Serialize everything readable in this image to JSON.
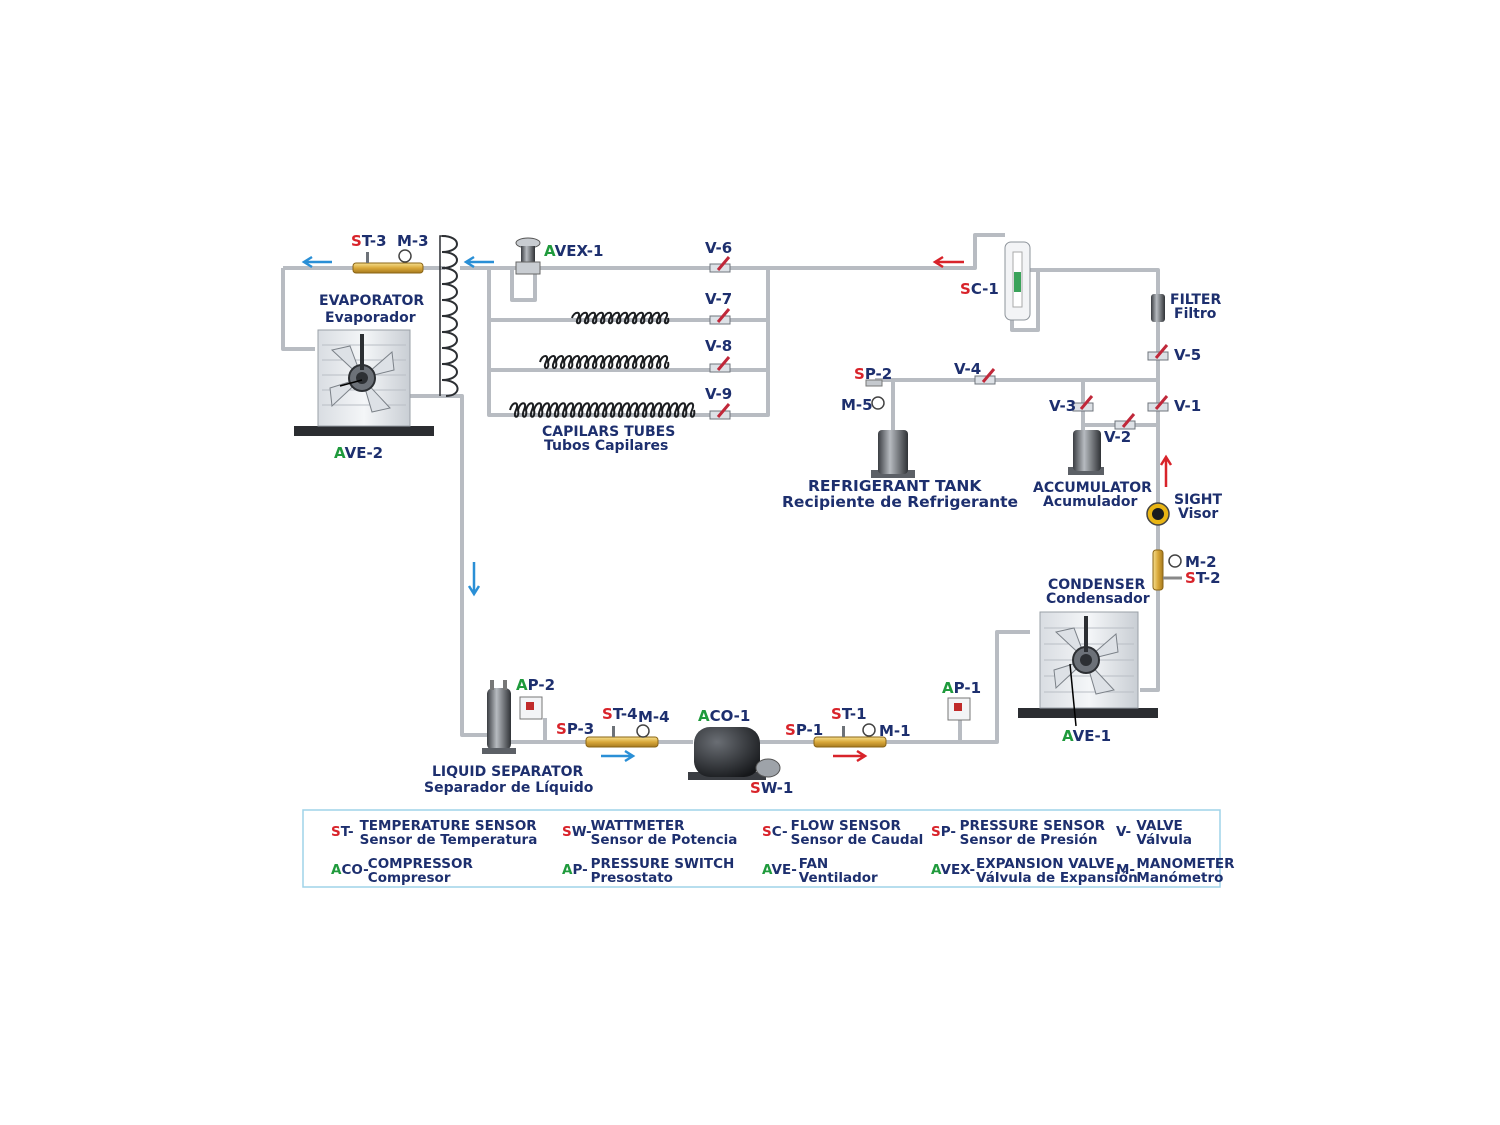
{
  "colors": {
    "text": "#1d2f6e",
    "red": "#d8232a",
    "green": "#1f9a3c",
    "pipe": "#b8bcc2",
    "blue_arrow": "#2a8fd6",
    "legend_border": "#9fd3e8"
  },
  "labels": {
    "st3": {
      "p": "S",
      "r": "T-3"
    },
    "m3": "M-3",
    "avex1": {
      "p": "A",
      "r": "VEX-1"
    },
    "v6": "V-6",
    "v7": "V-7",
    "v8": "V-8",
    "v9": "V-9",
    "sc1": {
      "p": "S",
      "r": "C-1"
    },
    "filter": "FILTER",
    "filtro": "Filtro",
    "v5": "V-5",
    "sp2": {
      "p": "S",
      "r": "P-2"
    },
    "v4": "V-4",
    "m5": "M-5",
    "v3": "V-3",
    "v1": "V-1",
    "v2": "V-2",
    "evaporator": "EVAPORATOR",
    "evaporador": "Evaporador",
    "ave2": {
      "p": "A",
      "r": "VE-2"
    },
    "capilars": "CAPILARS TUBES",
    "capilares": "Tubos Capilares",
    "tank": "REFRIGERANT TANK",
    "tank_es": "Recipiente de Refrigerante",
    "accum": "ACCUMULATOR",
    "accum_es": "Acumulador",
    "sight": "SIGHT",
    "visor": "Visor",
    "m2": "M-2",
    "st2": {
      "p": "S",
      "r": "T-2"
    },
    "condenser": "CONDENSER",
    "condensador": "Condensador",
    "ap2": {
      "p": "A",
      "r": "P-2"
    },
    "st4": {
      "p": "S",
      "r": "T-4"
    },
    "m4": "M-4",
    "sp3": {
      "p": "S",
      "r": "P-3"
    },
    "aco1": {
      "p": "A",
      "r": "CO-1"
    },
    "sp1": {
      "p": "S",
      "r": "P-1"
    },
    "st1": {
      "p": "S",
      "r": "T-1"
    },
    "m1": "M-1",
    "ap1": {
      "p": "A",
      "r": "P-1"
    },
    "ave1": {
      "p": "A",
      "r": "VE-1"
    },
    "liqsep": "LIQUID SEPARATOR",
    "liqsep_es": "Separador de Líquido",
    "sw1": {
      "p": "S",
      "r": "W-1"
    }
  },
  "legend": [
    {
      "p": "S",
      "r": "T-",
      "en": "TEMPERATURE SENSOR",
      "es": "Sensor de Temperatura",
      "c": "red"
    },
    {
      "p": "S",
      "r": "W-",
      "en": "WATTMETER",
      "es": "Sensor de Potencia",
      "c": "red"
    },
    {
      "p": "S",
      "r": "C-",
      "en": "FLOW SENSOR",
      "es": "Sensor de Caudal",
      "c": "red"
    },
    {
      "p": "S",
      "r": "P-",
      "en": "PRESSURE SENSOR",
      "es": "Sensor de Presión",
      "c": "red"
    },
    {
      "p": "",
      "r": "V-",
      "en": "VALVE",
      "es": "Válvula",
      "c": "none"
    },
    {
      "p": "A",
      "r": "CO-",
      "en": "COMPRESSOR",
      "es": "Compresor",
      "c": "green"
    },
    {
      "p": "A",
      "r": "P-",
      "en": "PRESSURE SWITCH",
      "es": "Presostato",
      "c": "green"
    },
    {
      "p": "A",
      "r": "VE-",
      "en": "FAN",
      "es": "Ventilador",
      "c": "green"
    },
    {
      "p": "A",
      "r": "VEX-",
      "en": "EXPANSION VALVE",
      "es": "Válvula de Expansión",
      "c": "green"
    },
    {
      "p": "",
      "r": "M-",
      "en": "MANOMETER",
      "es": "Manómetro",
      "c": "none"
    }
  ]
}
